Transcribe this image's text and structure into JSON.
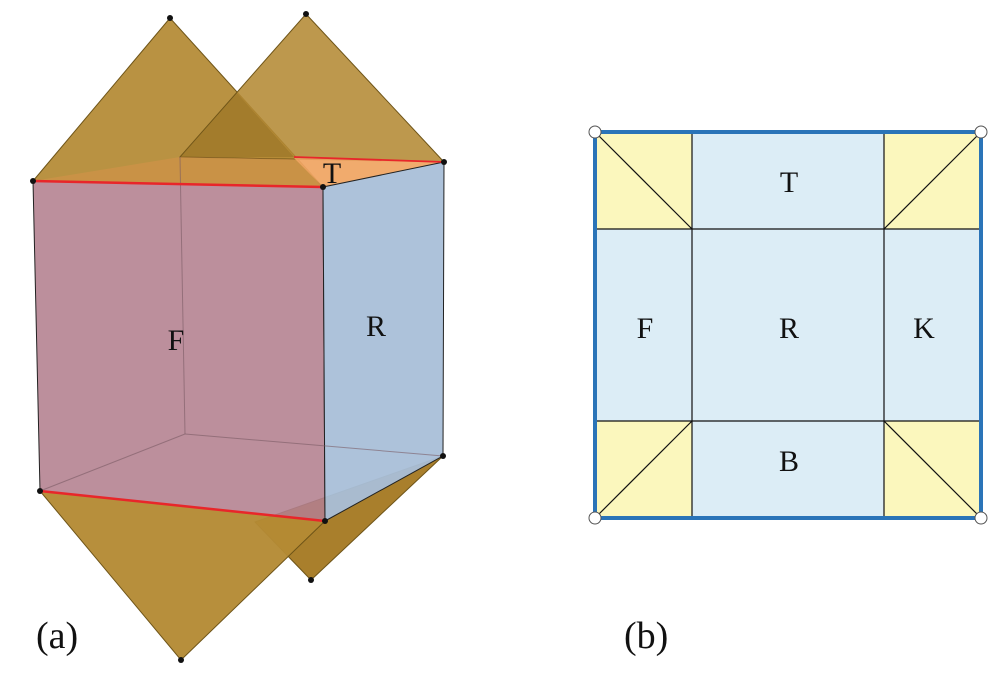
{
  "panel_a": {
    "caption": "(a)",
    "face_labels": {
      "top": "T",
      "front": "F",
      "right": "R"
    }
  },
  "panel_b": {
    "caption": "(b)",
    "face_labels": {
      "top": "T",
      "left": "F",
      "center": "R",
      "right": "K",
      "bottom": "B"
    }
  },
  "colors": {
    "flap": "#b48a34",
    "flap_edge": "#6e5418",
    "front_face": "#b3808e",
    "right_face": "#a9bfd8",
    "top_face": "#e8a064",
    "cut_edge": "#e8262a",
    "net_fill": "#dcedf6",
    "corner_fill": "#fbf7bd",
    "net_border": "#2a74b8",
    "line": "#111111"
  }
}
